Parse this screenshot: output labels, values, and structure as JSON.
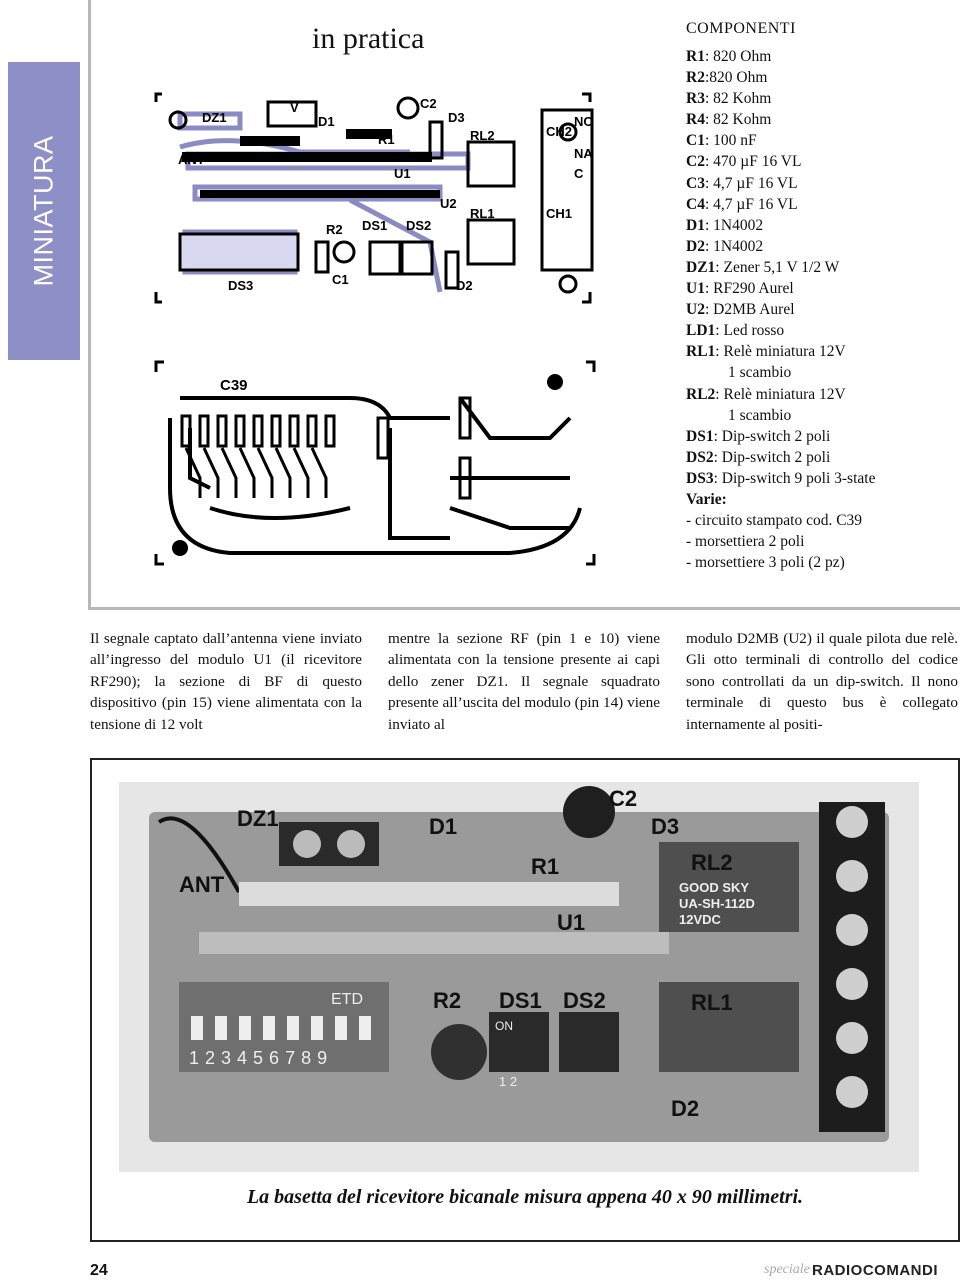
{
  "sidebar": {
    "section": "MINIATURA"
  },
  "header": {
    "title": "in pratica"
  },
  "pcb_labels": {
    "dz1": "DZ1",
    "v": "V",
    "d1": "D1",
    "c2": "C2",
    "d3": "D3",
    "rl2": "RL2",
    "r1": "R1",
    "ant": "ANT",
    "u1": "U1",
    "u2": "U2",
    "rl1": "RL1",
    "r2": "R2",
    "ds1": "DS1",
    "ds2": "DS2",
    "c1": "C1",
    "c39": "C39",
    "ds3": "DS3",
    "d2": "D2",
    "ch2": "CH2",
    "ch1": "CH1",
    "nc": "NC",
    "na": "NA",
    "c": "C"
  },
  "trace_label": "C39",
  "components": {
    "title": "COMPONENTI",
    "items": [
      {
        "ref": "R1",
        "sep": ": ",
        "value": "820 Ohm"
      },
      {
        "ref": "R2",
        "sep": ":",
        "value": "820 Ohm"
      },
      {
        "ref": "R3",
        "sep": ": ",
        "value": "82 Kohm"
      },
      {
        "ref": "R4",
        "sep": ": ",
        "value": "82 Kohm"
      },
      {
        "ref": "C1",
        "sep": ": ",
        "value": "100 nF"
      },
      {
        "ref": "C2",
        "sep": ": ",
        "value": "470 µF 16 VL"
      },
      {
        "ref": "C3",
        "sep": ": ",
        "value": "4,7 µF 16 VL"
      },
      {
        "ref": "C4",
        "sep": ": ",
        "value": "4,7 µF 16 VL"
      },
      {
        "ref": "D1",
        "sep": ": ",
        "value": "1N4002"
      },
      {
        "ref": "D2",
        "sep": ": ",
        "value": "1N4002"
      },
      {
        "ref": "DZ1",
        "sep": ": ",
        "value": "Zener 5,1 V 1/2 W"
      },
      {
        "ref": "U1",
        "sep": ": ",
        "value": "RF290 Aurel"
      },
      {
        "ref": "U2",
        "sep": ": ",
        "value": "D2MB Aurel"
      },
      {
        "ref": "LD1",
        "sep": ": ",
        "value": "Led rosso"
      },
      {
        "ref": "RL1",
        "sep": ": ",
        "value": "Relè miniatura 12V"
      },
      {
        "ref": "",
        "sep": "",
        "value": "1 scambio",
        "indent": true
      },
      {
        "ref": "RL2",
        "sep": ": ",
        "value": "Relè miniatura 12V"
      },
      {
        "ref": "",
        "sep": "",
        "value": "1 scambio",
        "indent": true
      },
      {
        "ref": "DS1",
        "sep": ": ",
        "value": "Dip-switch 2 poli"
      },
      {
        "ref": "DS2",
        "sep": ": ",
        "value": "Dip-switch 2 poli"
      },
      {
        "ref": "DS3",
        "sep": ": ",
        "value": "Dip-switch 9 poli 3-state"
      }
    ],
    "varie_title": "Varie:",
    "varie": [
      "- circuito stampato cod. C39",
      "- morsettiera 2 poli",
      "- morsettiere 3 poli (2 pz)"
    ]
  },
  "article": {
    "col1": "Il segnale captato dall’antenna viene inviato all’ingresso del modulo U1 (il ricevitore RF290); la sezione di BF di questo dispositivo (pin 15) viene alimentata con la tensione di 12 volt",
    "col2": "mentre la sezione RF (pin 1 e 10) viene alimentata con la tensione presente ai capi dello zener DZ1. Il segnale squadrato presente all’uscita del modulo (pin 14) viene inviato al",
    "col3": "modulo D2MB (U2) il quale pilota due relè. Gli otto terminali di controllo del codice sono controllati da un dip-switch. Il nono terminale di questo bus è collegato internamente al positi-"
  },
  "photo": {
    "labels": {
      "dz1": "DZ1",
      "d1": "D1",
      "c2": "C2",
      "d3": "D3",
      "r1": "R1",
      "ant": "ANT",
      "u1": "U1",
      "rl2": "RL2",
      "rl1": "RL1",
      "r2": "R2",
      "ds1": "DS1",
      "ds2": "DS2",
      "d2": "D2",
      "etd": "ETD",
      "digits": "123456789",
      "relay_line1": "GOOD SKY",
      "relay_line2": "UA-SH-112D",
      "relay_line3": "12VDC",
      "on": "ON",
      "sw12": "1 2"
    },
    "caption": "La basetta del ricevitore bicanale misura appena 40 x 90 millimetri."
  },
  "footer": {
    "page_number": "24",
    "brand_pre": "speciale",
    "brand": "RADIOCOMANDI"
  }
}
